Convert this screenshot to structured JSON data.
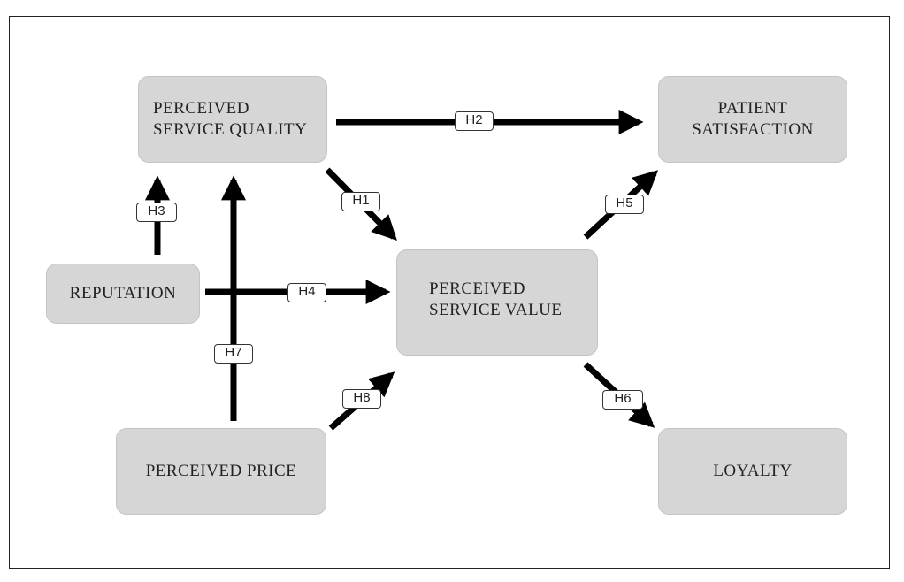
{
  "nodes": {
    "service_quality": {
      "line1": "PERCEIVED",
      "line2": "SERVICE QUALITY"
    },
    "patient_satisfaction": {
      "line1": "PATIENT",
      "line2": "SATISFACTION"
    },
    "reputation": {
      "line1": "REPUTATION"
    },
    "service_value": {
      "line1": "PERCEIVED",
      "line2": "SERVICE VALUE"
    },
    "price": {
      "line1": "PERCEIVED PRICE"
    },
    "loyalty": {
      "line1": "LOYALTY"
    }
  },
  "hypotheses": {
    "h1": "H1",
    "h2": "H2",
    "h3": "H3",
    "h4": "H4",
    "h5": "H5",
    "h6": "H6",
    "h7": "H7",
    "h8": "H8"
  },
  "colors": {
    "node_fill": "#d6d6d6",
    "arrow": "#000000",
    "border": "#222222"
  }
}
